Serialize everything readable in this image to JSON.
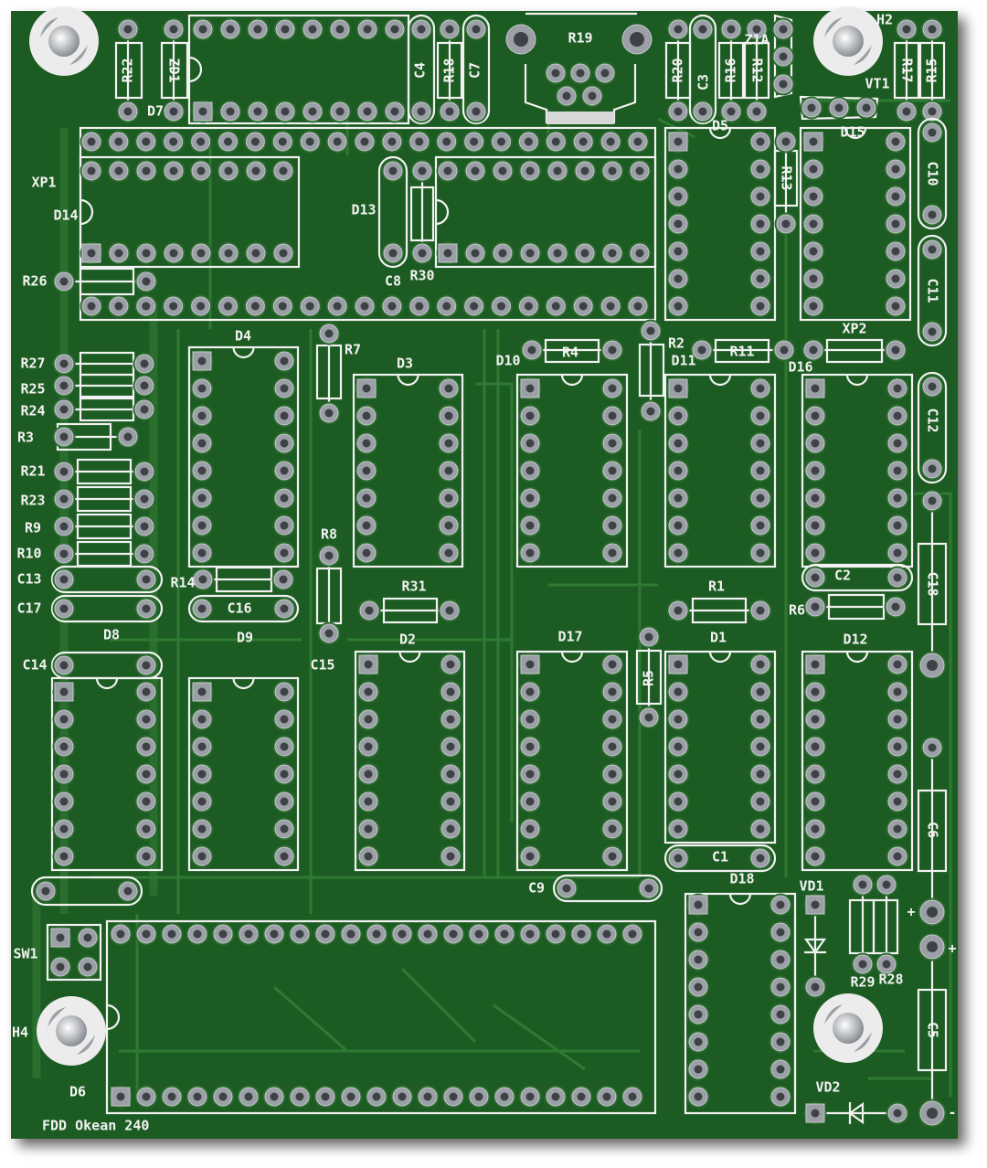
{
  "board_title": "FDD Okean 240",
  "colors": {
    "board": "#1e5c22",
    "trace": "#2f7a32",
    "silk": "#f2f2f2",
    "pad": "#9aa0a6"
  },
  "labels": {
    "R22": "R22",
    "ZD1": "ZD1",
    "D7": "D7",
    "C4": "C4",
    "R18": "R18",
    "C7": "C7",
    "R19": "R19",
    "R20": "R20",
    "C3": "C3",
    "R16": "R16",
    "R12": "R12",
    "Z1A": "Z1A",
    "D5": "D5",
    "H2": "H2",
    "VT1": "VT1",
    "R17": "R17",
    "R15": "R15",
    "D15": "D15",
    "C10": "C10",
    "C11": "C11",
    "C12": "C12",
    "XP1": "XP1",
    "D14": "D14",
    "D13": "D13",
    "C8": "C8",
    "R30": "R30",
    "R13": "R13",
    "R26": "R26",
    "R27": "R27",
    "R25": "R25",
    "R24": "R24",
    "R3": "R3",
    "R21": "R21",
    "R23": "R23",
    "R9": "R9",
    "R10": "R10",
    "D4": "D4",
    "R7": "R7",
    "D3": "D3",
    "D10": "D10",
    "R4": "R4",
    "R2": "R2",
    "D11": "D11",
    "R11": "R11",
    "D16": "D16",
    "XP2": "XP2",
    "C13": "C13",
    "C17": "C17",
    "R14": "R14",
    "C16": "C16",
    "R8": "R8",
    "C15": "C15",
    "R31": "R31",
    "D2": "D2",
    "D17": "D17",
    "R5": "R5",
    "D1": "D1",
    "R1": "R1",
    "R6": "R6",
    "D12": "D12",
    "C2": "C2",
    "C18": "C18",
    "C6": "C6",
    "C5": "C5",
    "C14": "C14",
    "D8": "D8",
    "D9": "D9",
    "C1": "C1",
    "C9": "C9",
    "D18": "D18",
    "VD1": "VD1",
    "R29": "R29",
    "R28": "R28",
    "VD2": "VD2",
    "SW1": "SW1",
    "D6": "D6",
    "H4": "H4",
    "PLUS1": "+",
    "PLUS2": "+",
    "MINUS": "-"
  }
}
